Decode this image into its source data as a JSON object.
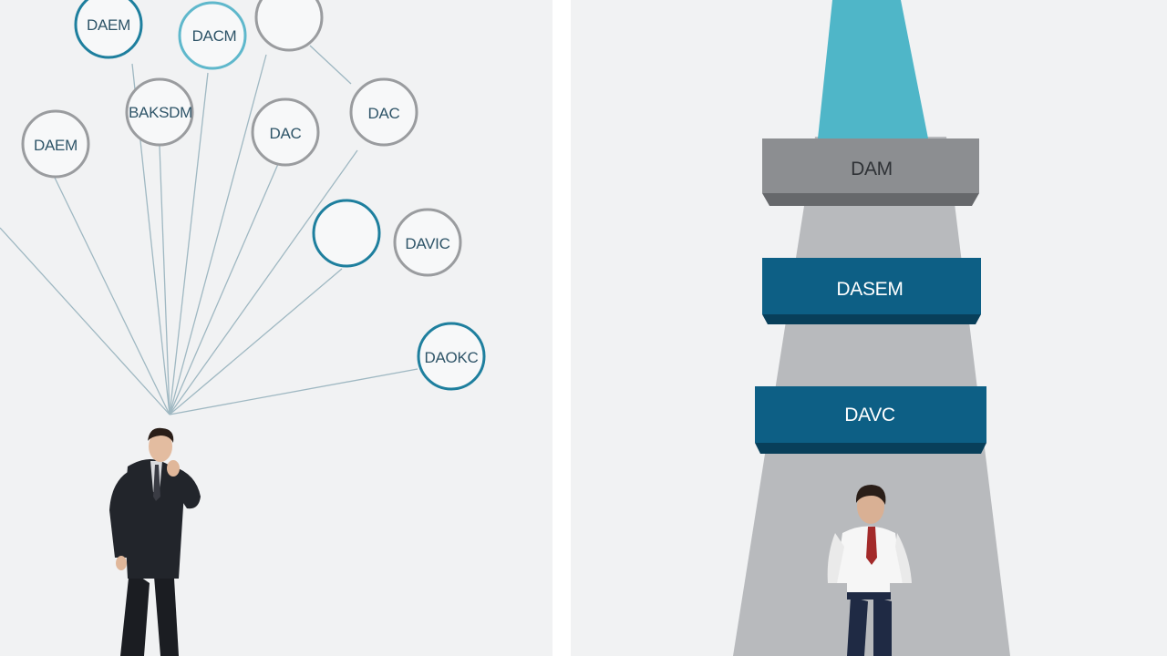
{
  "left_diagram": {
    "bubbles": [
      {
        "id": "b1",
        "label": "DAEM",
        "style": "teal"
      },
      {
        "id": "b2",
        "label": "DACM",
        "style": "lightteal"
      },
      {
        "id": "b3",
        "label": "",
        "style": "gray"
      },
      {
        "id": "b4",
        "label": "BAKSDM",
        "style": "gray"
      },
      {
        "id": "b5",
        "label": "DAC",
        "style": "gray"
      },
      {
        "id": "b6",
        "label": "DAC",
        "style": "gray"
      },
      {
        "id": "b7",
        "label": "DAEM",
        "style": "gray"
      },
      {
        "id": "b8",
        "label": "",
        "style": "teal"
      },
      {
        "id": "b9",
        "label": "DAVIC",
        "style": "gray"
      },
      {
        "id": "b10",
        "label": "DAOKC",
        "style": "teal"
      }
    ]
  },
  "right_diagram": {
    "tiers": [
      {
        "id": "t1",
        "label": "DAM",
        "style": "gray"
      },
      {
        "id": "t2",
        "label": "DASEM",
        "style": "blue"
      },
      {
        "id": "t3",
        "label": "DAVC",
        "style": "blue"
      }
    ]
  },
  "colors": {
    "teal": "#1e7f9e",
    "light_teal": "#5fb8cc",
    "gray_ring": "#9a9c9f",
    "tier_blue": "#0d5f85",
    "tier_gray": "#8c8e91",
    "beam": "#b8babd",
    "spotlight": "#4fb6c8"
  }
}
